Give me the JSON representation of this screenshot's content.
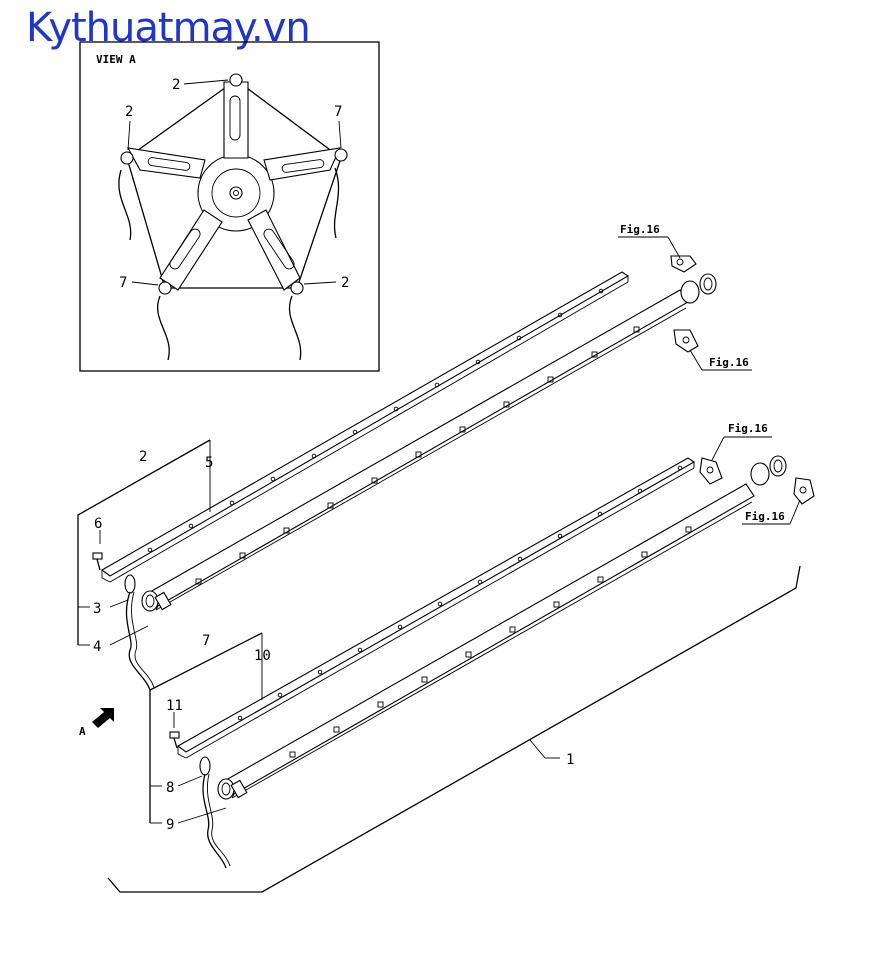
{
  "watermark": "Kythuatmay.vn",
  "inset": {
    "title": "VIEW A"
  },
  "view_a_callouts": [
    "2",
    "2",
    "7",
    "7",
    "2"
  ],
  "callouts": {
    "c1": "1",
    "c2": "2",
    "c3": "3",
    "c4": "4",
    "c5": "5",
    "c6": "6",
    "c7": "7",
    "c8": "8",
    "c9": "9",
    "c10": "10",
    "c11": "11"
  },
  "fig_refs": [
    "Fig.16",
    "Fig.16",
    "Fig.16",
    "Fig.16"
  ],
  "view_arrow_label": "A"
}
